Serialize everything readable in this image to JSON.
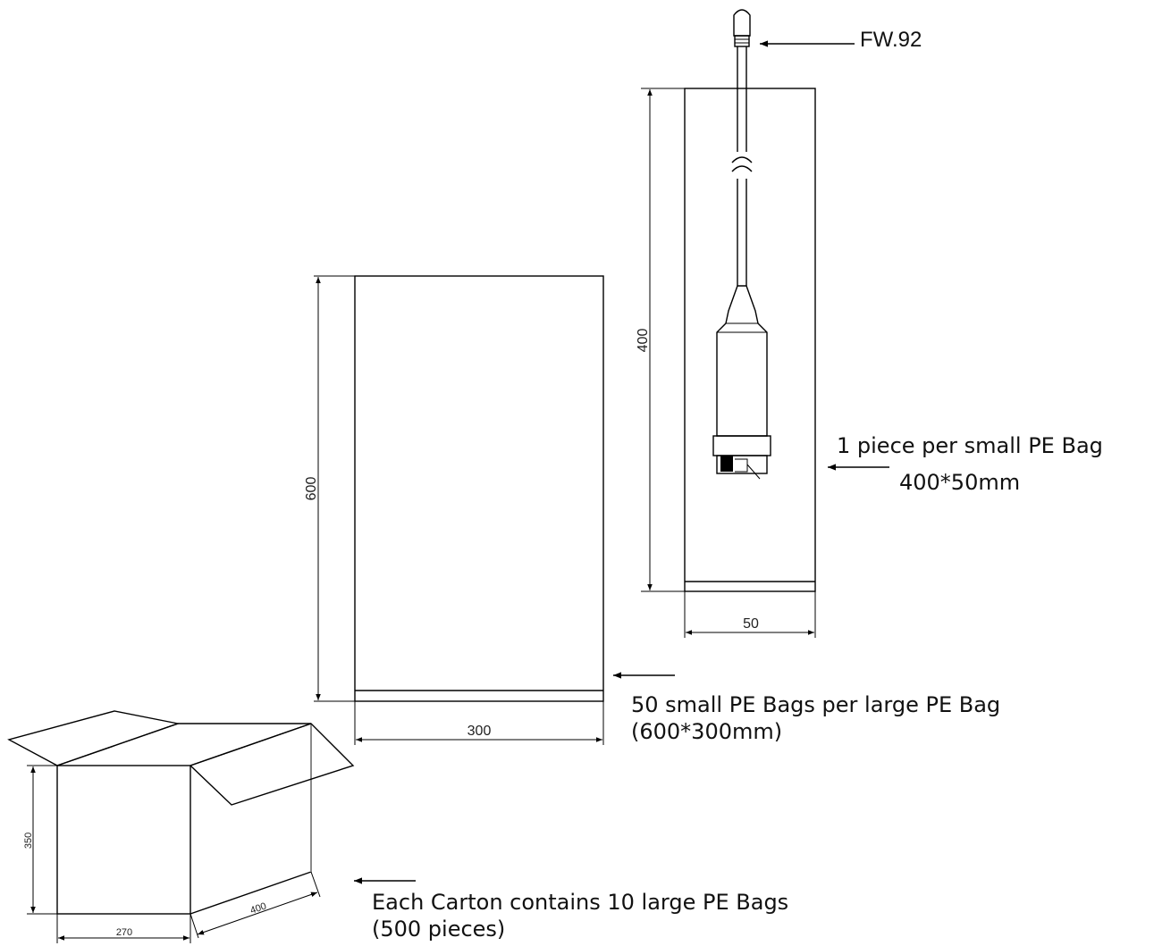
{
  "antenna": {
    "model_label": "FW.92"
  },
  "small_bag": {
    "height_dim": "400",
    "width_dim": "50",
    "note_line1": "1 piece per small PE Bag",
    "note_line2": "400*50mm"
  },
  "large_bag": {
    "height_dim": "600",
    "width_dim": "300",
    "note_line1": "50 small PE Bags per large PE Bag",
    "note_line2": "(600*300mm)"
  },
  "carton": {
    "height_dim": "350",
    "width_dim": "270",
    "depth_dim": "400",
    "note_line1": "Each Carton contains 10 large PE Bags",
    "note_line2": "(500 pieces)"
  }
}
